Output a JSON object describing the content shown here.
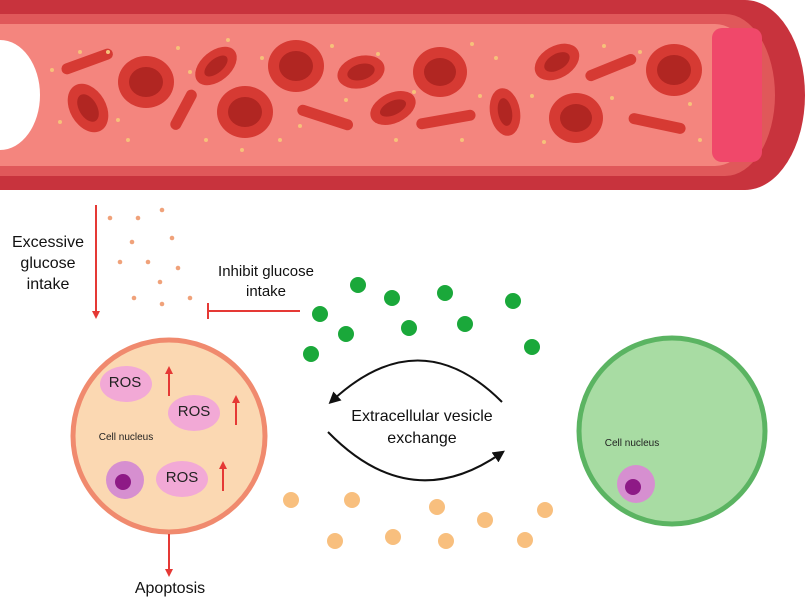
{
  "labels": {
    "excessive_glucose": "Excessive glucose intake",
    "inhibit_glucose": "Inhibit glucose intake",
    "ev_exchange": "Extracellular vesicle exchange",
    "apoptosis": "Apoptosis",
    "ros": "ROS",
    "cell_nucleus": "Cell nucleus"
  },
  "colors": {
    "vessel_outer": "#c8333d",
    "vessel_lumen": "#f4857e",
    "rbc": "#d63a33",
    "glucose_dot": "#f0a27a",
    "arrow_red": "#e53935",
    "damaged_cell_fill": "#fbd8b2",
    "damaged_cell_border": "#f08a6e",
    "ros_fill": "#f2a9d6",
    "nucleus_fill": "#d68fd0",
    "nucleus_core": "#8e1a86",
    "healthy_cell_fill": "#a8dca3",
    "healthy_cell_border": "#5bb462",
    "green_vesicle": "#1aa83a",
    "orange_vesicle": "#f8bf7e"
  }
}
